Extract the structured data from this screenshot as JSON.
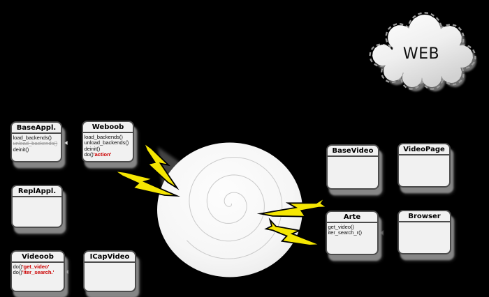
{
  "colors": {
    "background": "#000000",
    "box_fill": "#f1f1f1",
    "box_border": "#4c4c4c",
    "shadow_gray": "#8a8a8a",
    "red_text": "#cc0000",
    "muted_text": "#9a9a9a",
    "bolt_yellow": "#f5e602",
    "bolt_outline": "#000000",
    "spiral_stroke": "#c9c9c9",
    "cloud_stroke": "#9a9a9a"
  },
  "cloud": {
    "label": "WEB"
  },
  "classes": {
    "baseappl": {
      "title": "BaseAppl.",
      "m1": "load_backends()",
      "m2": "unload_backends()",
      "m3": "deinit()"
    },
    "weboob": {
      "title": "Weboob",
      "m1": "load_backends()",
      "m2": "unload_backends()",
      "m3": "deinit()",
      "m4_black": "do()",
      "m4_red": "'action'"
    },
    "replappl": {
      "title": "ReplAppl."
    },
    "videoob": {
      "title": "Videoob",
      "m1_black": "do()",
      "m1_red": "'get_video'",
      "m2_black": "do()",
      "m2_red": "'iter_search.'"
    },
    "icapvideo": {
      "title": "ICapVideo"
    },
    "basevideo": {
      "title": "BaseVideo"
    },
    "videopage": {
      "title": "VideoPage"
    },
    "arte": {
      "title": "Arte",
      "m1": "get_video()",
      "m2": "iter_search_r()"
    },
    "browser": {
      "title": "Browser"
    }
  }
}
